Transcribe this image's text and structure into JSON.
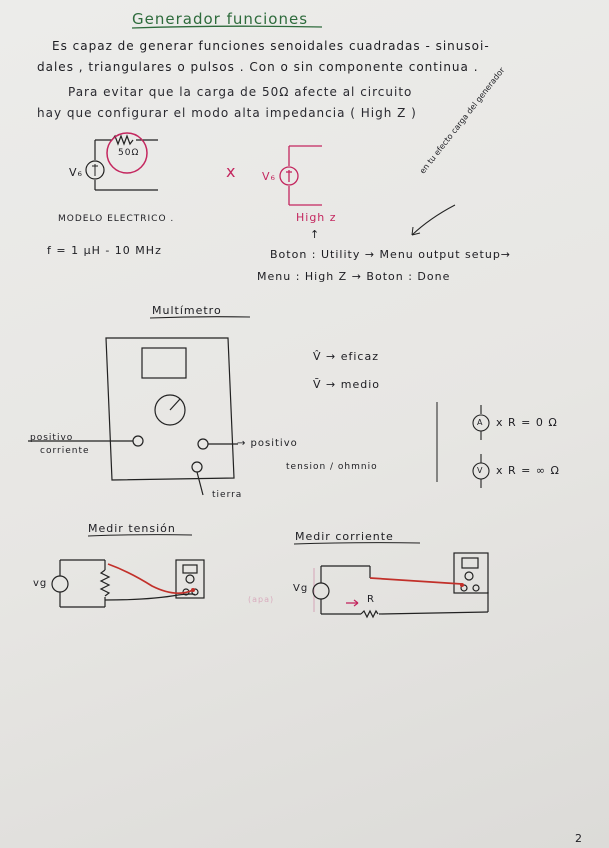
{
  "title": "Generador funciones",
  "intro": {
    "line1": "Es capaz de generar funciones senoidales cuadradas - sinusoi-",
    "line2": "dales , triangulares o pulsos . Con o sin componente continua .",
    "line3": "Para evitar que la carga de 50Ω afecte al circuito",
    "line4": "hay que configurar el modo alta impedancia ( High Z )"
  },
  "generator": {
    "source_label": "V₆",
    "resistor_label": "50Ω",
    "model_caption": "MODELO ELECTRICO .",
    "freq_range": "f = 1 μH - 10 MHz",
    "cross_mark": "x",
    "source_label_highz": "V₆",
    "highz_label": "High z",
    "arrow_up": "↑",
    "side_note": "en tu efecto carga del generador",
    "button_line": "Boton : Utility → Menu output setup→",
    "menu_line": "Menu : High Z → Boton : Done"
  },
  "multimeter": {
    "heading": "Multímetro",
    "v_rms": "V̂ → eficaz",
    "v_avg": "V̄ → medio",
    "ammeter_symbol": "A",
    "ammeter_note": "x R = 0 Ω",
    "voltmeter_symbol": "V",
    "voltmeter_note": "x R = ∞ Ω",
    "pos_current_1": "positivo",
    "pos_current_2": "corriente",
    "pos_voltage_1": "→ positivo",
    "pos_voltage_2": "tension / ohmnio",
    "ground": "tierra"
  },
  "measure_voltage": {
    "heading": "Medir tensión",
    "source_label": "vg"
  },
  "measure_current": {
    "heading": "Medir corriente",
    "source_label": "Vg",
    "resistor_label": "R",
    "faint_note": "(apa)"
  },
  "page_number": "2"
}
